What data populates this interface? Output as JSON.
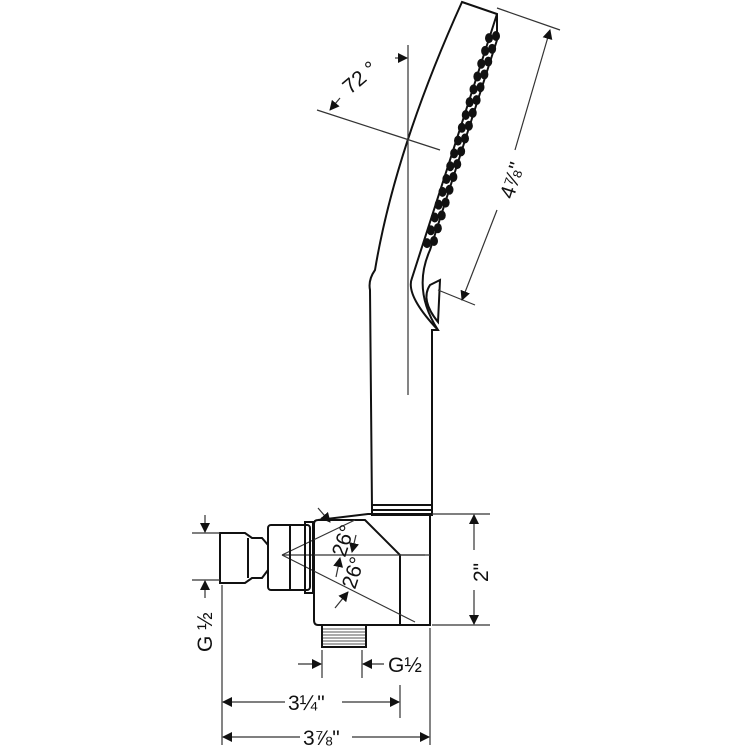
{
  "dimensions": {
    "head_angle": "72 °",
    "head_length": "4⅞\"",
    "holder_height": "2\"",
    "angle_upper": "26°",
    "angle_lower": "26°",
    "inlet_thread_side": "G ½",
    "outlet_thread_bottom": "G½",
    "width_inner": "3¼\"",
    "width_overall": "3⅞\""
  },
  "colors": {
    "line": "#111111",
    "background": "#ffffff"
  }
}
